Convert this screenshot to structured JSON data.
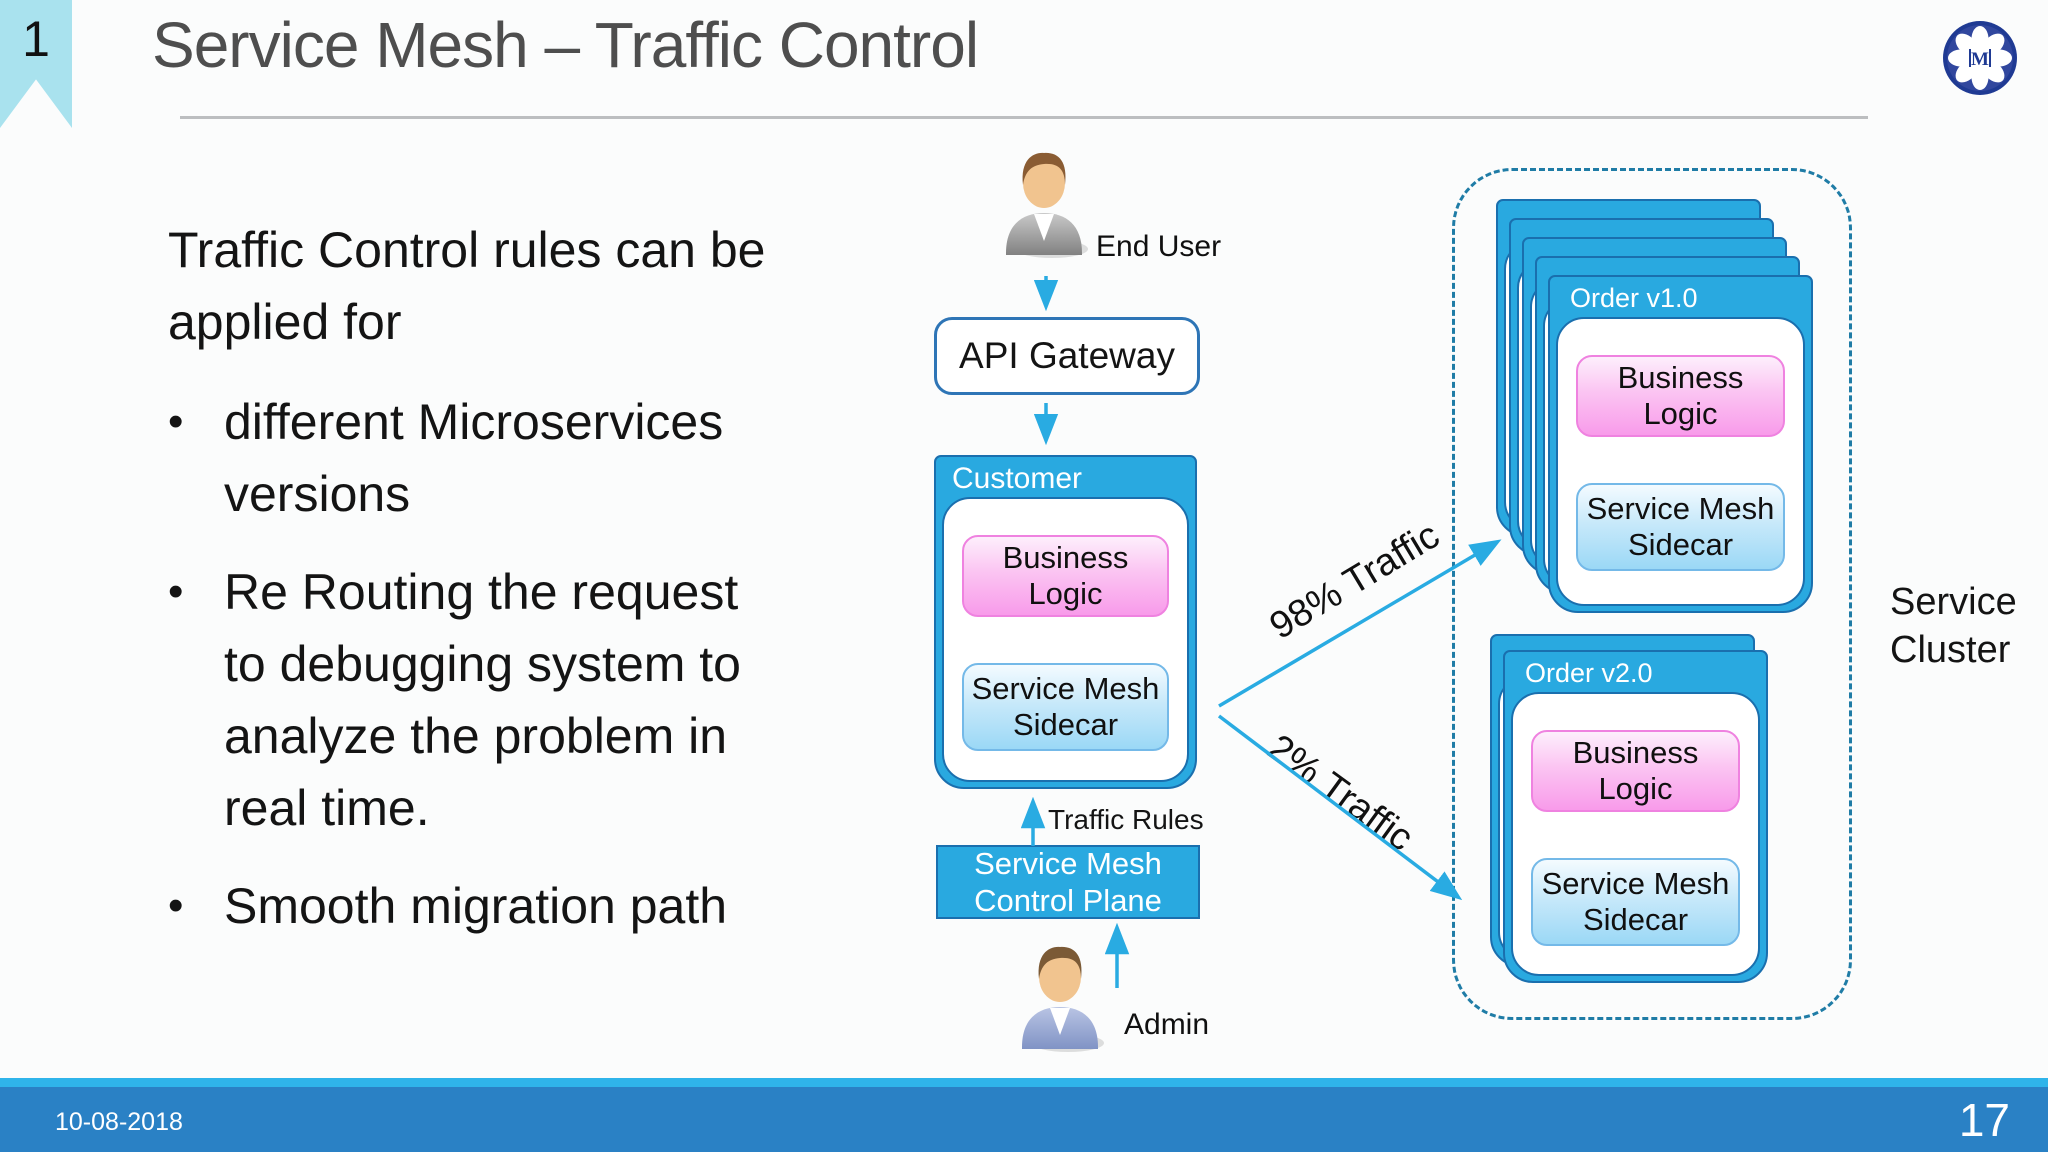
{
  "slide": {
    "badge": "1",
    "title": "Service Mesh – Traffic Control",
    "logo_letter": "M"
  },
  "left_panel": {
    "intro": "Traffic Control rules can be\napplied for",
    "bullet_char": "•",
    "bullets": [
      "different Microservices\nversions",
      "Re Routing the request\nto debugging system to\nanalyze the problem in\nreal time.",
      "Smooth migration path"
    ]
  },
  "diagram": {
    "end_user": "End User",
    "api_gateway": "API Gateway",
    "customer": {
      "title": "Customer",
      "business_logic": "Business Logic",
      "sidecar": "Service Mesh\nSidecar"
    },
    "traffic_rules": "Traffic Rules",
    "control_plane": "Service Mesh\nControl Plane",
    "admin": "Admin",
    "traffic_98": "98% Traffic",
    "traffic_2": "2% Traffic",
    "cluster": "Service\nCluster",
    "order_v1": {
      "title": "Order v1.0",
      "business_logic": "Business Logic",
      "sidecar": "Service Mesh\nSidecar"
    },
    "order_v2": {
      "title": "Order v2.0",
      "business_logic": "Business Logic",
      "sidecar": "Service Mesh\nSidecar"
    }
  },
  "footer": {
    "date": "10-08-2018",
    "page": "17"
  },
  "colors": {
    "accent_blue": "#29a9e0",
    "border_blue": "#1a6fae",
    "arrow_blue": "#29abe2",
    "pink_box": "#f89bea",
    "sidecar_box": "#9bd8f6",
    "ribbon_cyan": "#a9e2ee",
    "dashed_border": "#1f7ca6",
    "footer_bar": "#2a81c5",
    "footer_strip": "#2fb4ea",
    "title_gray": "#4e4e4e"
  }
}
